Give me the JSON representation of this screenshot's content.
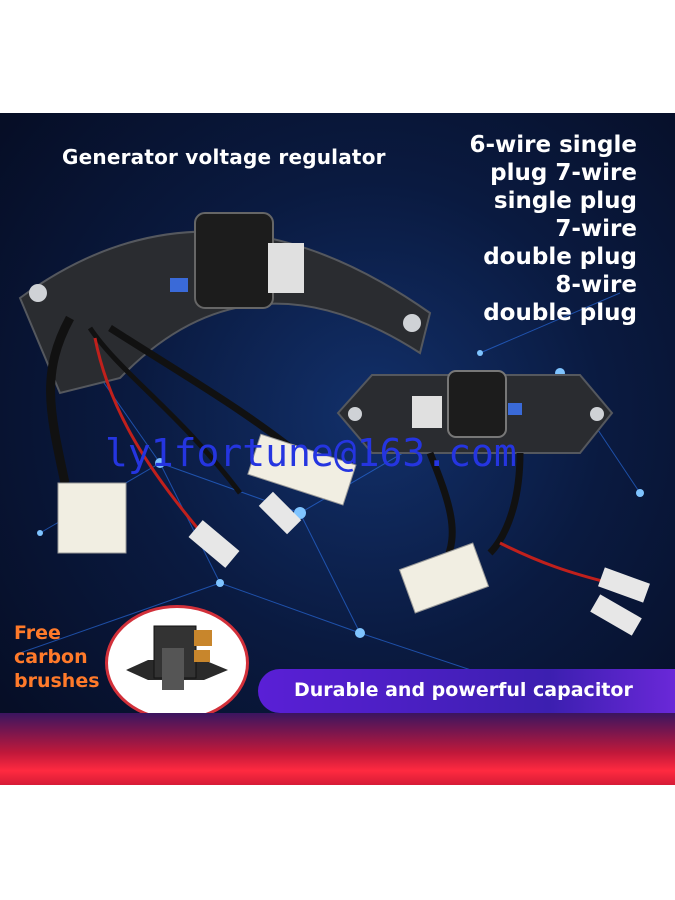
{
  "title": "Generator voltage regulator",
  "variants": [
    "6-wire single",
    "plug 7-wire",
    "single plug",
    "7-wire",
    "double plug",
    "8-wire",
    "double plug"
  ],
  "watermark": "ly1fortune@163.com",
  "free_label": [
    "Free",
    "carbon",
    "brushes"
  ],
  "capacitor_caption": "Durable and powerful capacitor",
  "colors": {
    "background": "#0a1a40",
    "accent_orange": "#ff7a2a",
    "watermark": "#2535e0",
    "caption_bar": "#4a1fc8",
    "bottom_glow": "#ff2a40"
  }
}
